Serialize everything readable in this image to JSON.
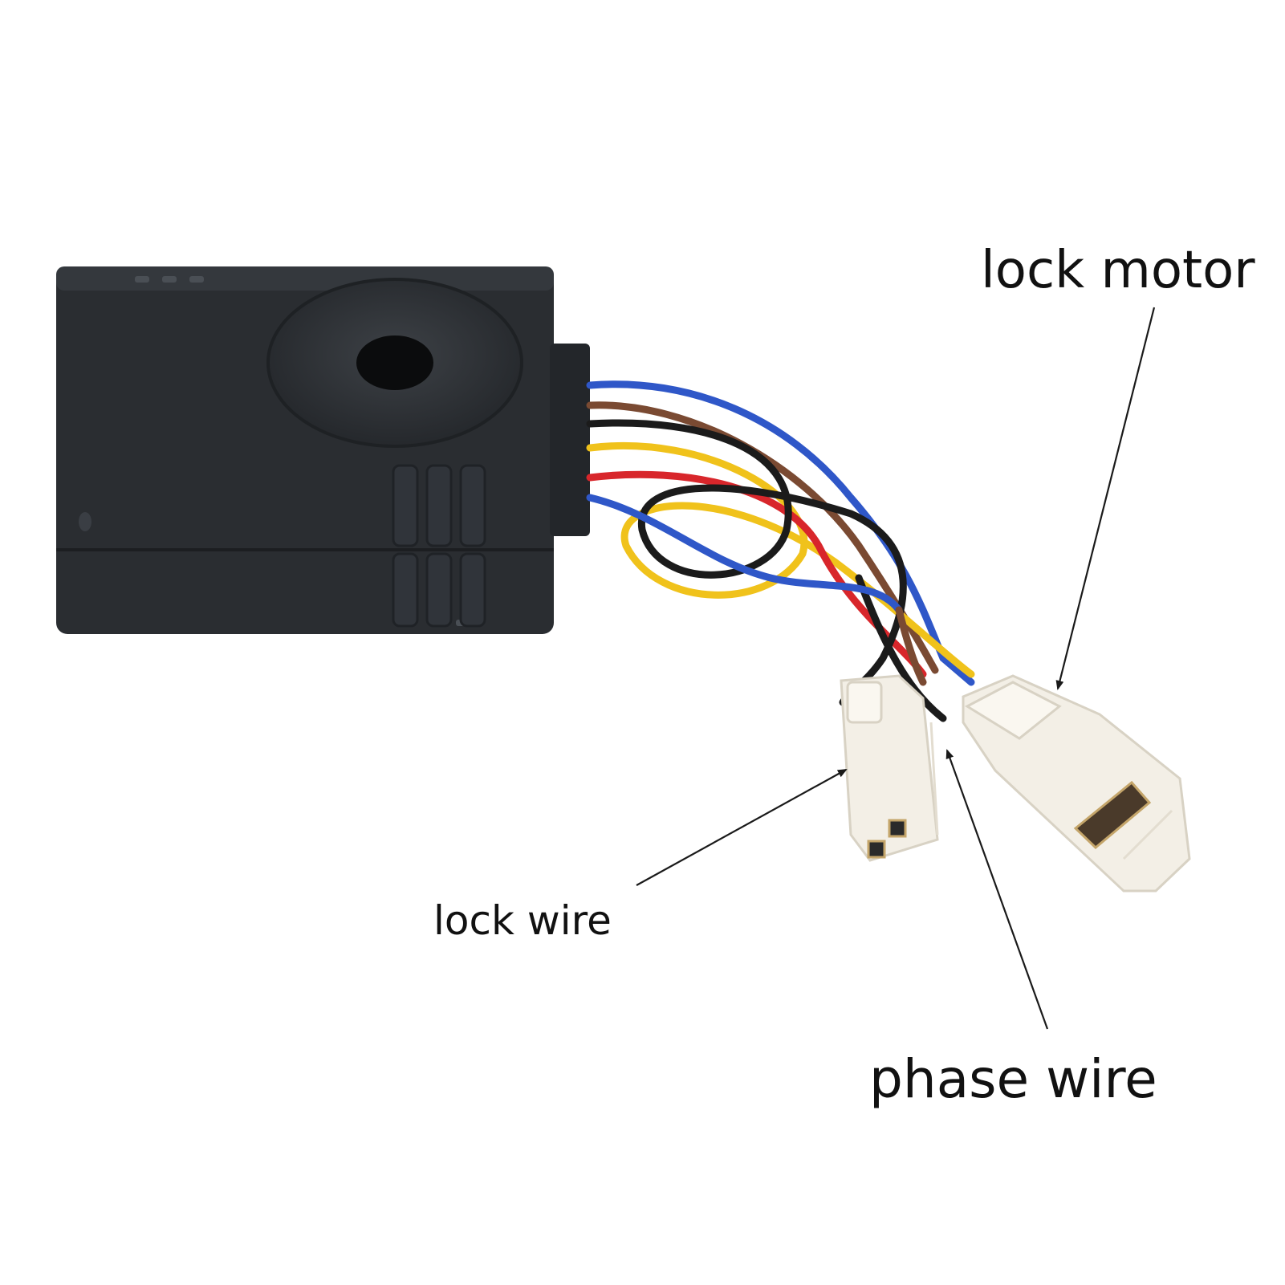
{
  "labels": {
    "lock_motor": "lock motor",
    "lock_wire": "lock wire",
    "phase_wire": "phase wire"
  },
  "colors": {
    "background": "#ffffff",
    "housing": "#2a2d31",
    "connector": "#f3efe6",
    "wire_blue": "#2f57c8",
    "wire_brown": "#7a4a32",
    "wire_yellow": "#f0c21b",
    "wire_red": "#d8262b",
    "wire_black": "#1b1b1b",
    "annotation": "#1a1a1a"
  },
  "icons": [
    "motor-housing-icon",
    "wire-harness-icon",
    "plug-connector-icon",
    "arrow-icon"
  ]
}
